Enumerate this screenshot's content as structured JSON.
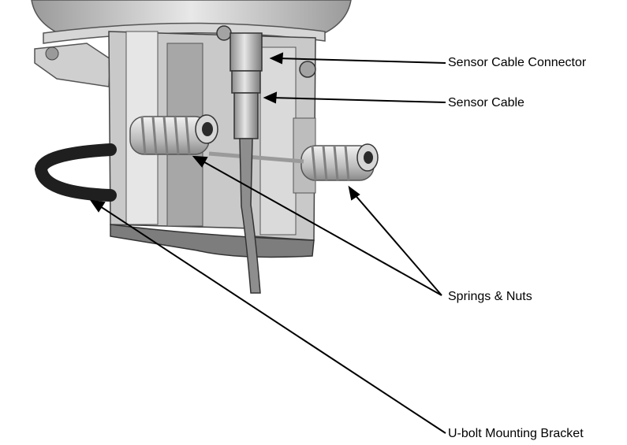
{
  "callouts": {
    "sensor_cable_connector": "Sensor Cable Connector",
    "sensor_cable": "Sensor Cable",
    "springs_and_nuts": "Springs & Nuts",
    "u_bolt_mounting_bracket": "U-bolt Mounting Bracket"
  },
  "colors": {
    "metal_light": "#e4e4e4",
    "metal_mid": "#b9b9b9",
    "metal_dark": "#7c7c7c",
    "ubolt": "#222222",
    "line": "#000000"
  }
}
